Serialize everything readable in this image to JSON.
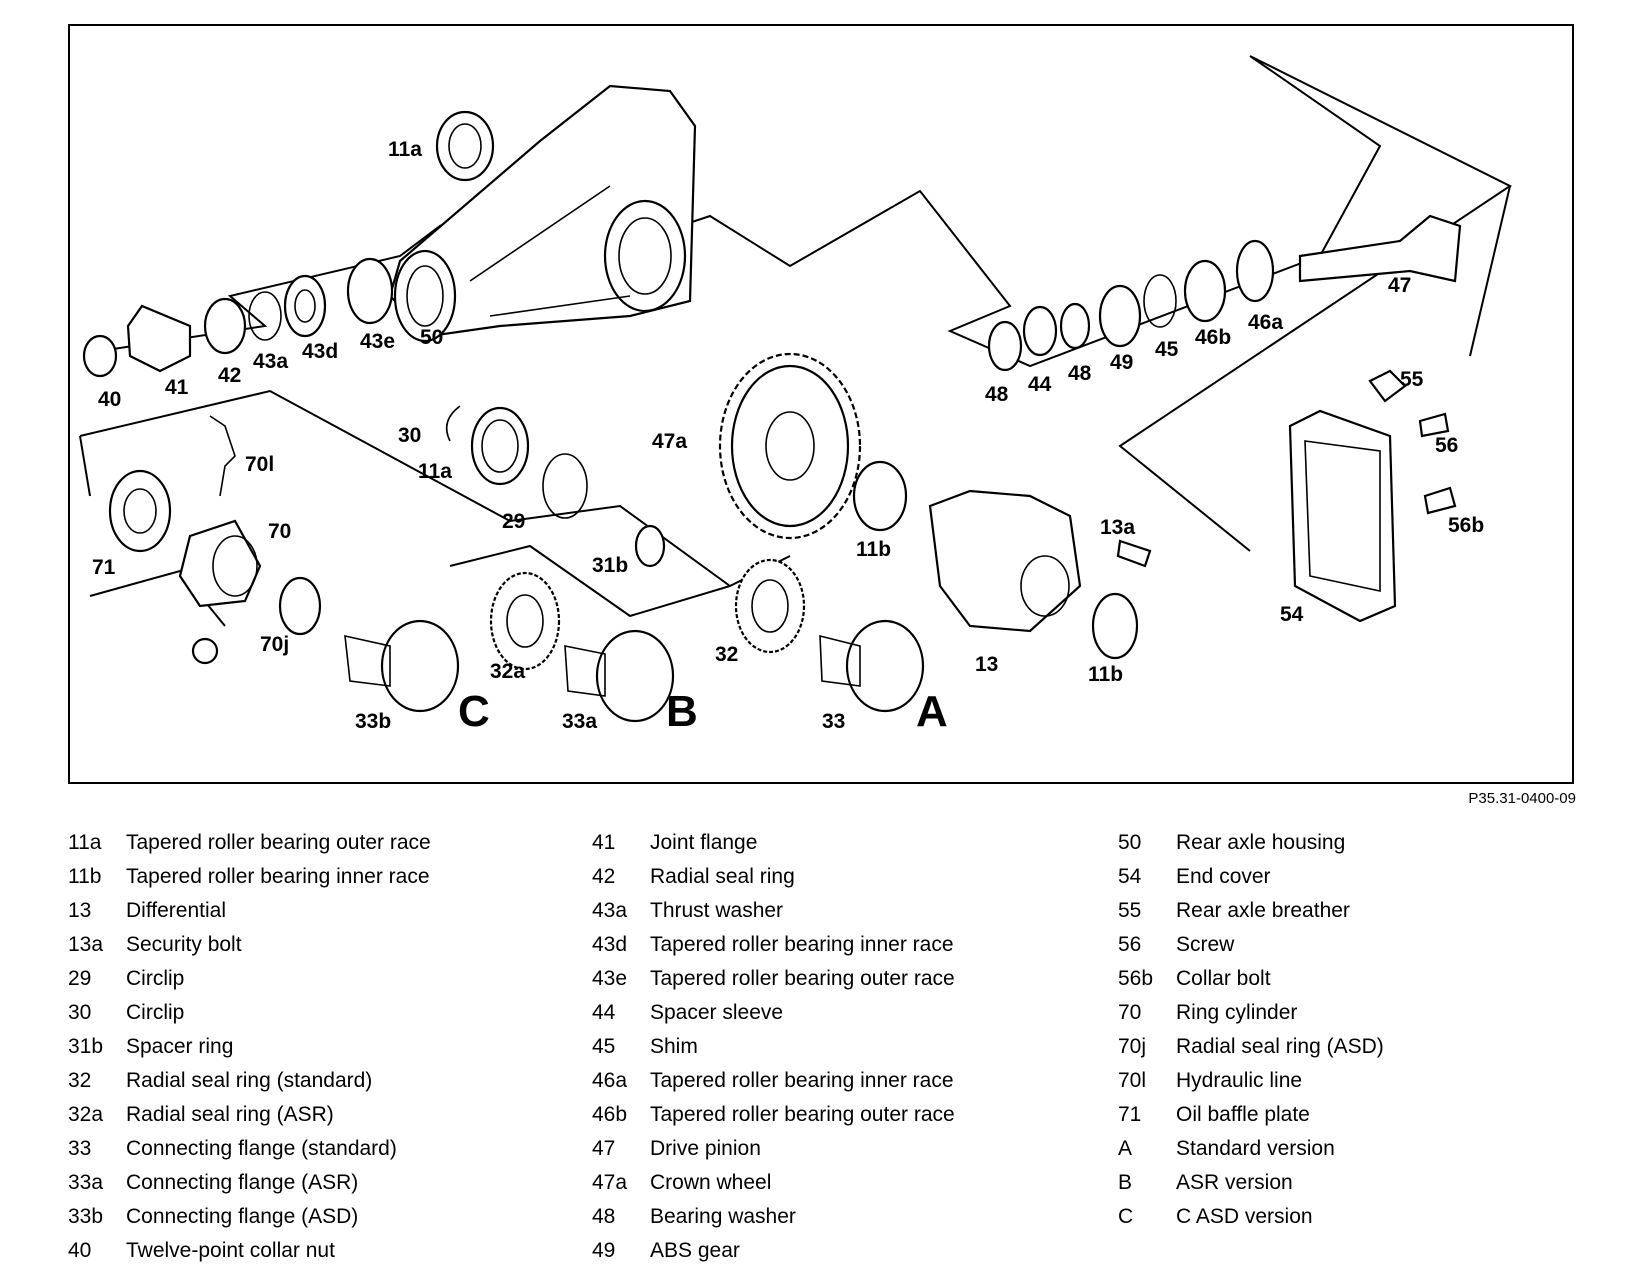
{
  "reference_code": "P35.31-0400-09",
  "callouts": {
    "c11a_top": "11a",
    "c11a_mid": "11a",
    "c11b_mid": "11b",
    "c11b_low": "11b",
    "c13": "13",
    "c13a": "13a",
    "c29": "29",
    "c30": "30",
    "c31b": "31b",
    "c32": "32",
    "c32a": "32a",
    "c33": "33",
    "c33a": "33a",
    "c33b": "33b",
    "c40": "40",
    "c41": "41",
    "c42": "42",
    "c43a": "43a",
    "c43d": "43d",
    "c43e": "43e",
    "c44": "44",
    "c45": "45",
    "c46a": "46a",
    "c46b": "46b",
    "c47": "47",
    "c47a": "47a",
    "c48a": "48",
    "c48b": "48",
    "c49": "49",
    "c50": "50",
    "c54": "54",
    "c55": "55",
    "c56": "56",
    "c56b": "56b",
    "c70": "70",
    "c70j": "70j",
    "c70l": "70l",
    "c71": "71"
  },
  "variants": {
    "a": "A",
    "b": "B",
    "c": "C"
  },
  "legend": {
    "col1": [
      {
        "id": "11a",
        "text": "Tapered roller bearing outer race"
      },
      {
        "id": "11b",
        "text": "Tapered roller bearing inner race"
      },
      {
        "id": "13",
        "text": "Differential"
      },
      {
        "id": "13a",
        "text": "Security bolt"
      },
      {
        "id": "29",
        "text": "Circlip"
      },
      {
        "id": "30",
        "text": "Circlip"
      },
      {
        "id": "31b",
        "text": "Spacer ring"
      },
      {
        "id": "32",
        "text": "Radial seal ring (standard)"
      },
      {
        "id": "32a",
        "text": "Radial seal ring (ASR)"
      },
      {
        "id": "33",
        "text": "Connecting flange (standard)"
      },
      {
        "id": "33a",
        "text": "Connecting flange (ASR)"
      },
      {
        "id": "33b",
        "text": "Connecting flange (ASD)"
      },
      {
        "id": "40",
        "text": "Twelve-point collar nut"
      }
    ],
    "col2": [
      {
        "id": "41",
        "text": "Joint flange"
      },
      {
        "id": "42",
        "text": "Radial seal ring"
      },
      {
        "id": "43a",
        "text": "Thrust washer"
      },
      {
        "id": "43d",
        "text": "Tapered roller bearing inner race"
      },
      {
        "id": "43e",
        "text": "Tapered roller bearing outer race"
      },
      {
        "id": "44",
        "text": "Spacer sleeve"
      },
      {
        "id": "45",
        "text": "Shim"
      },
      {
        "id": "46a",
        "text": "Tapered roller bearing inner race"
      },
      {
        "id": "46b",
        "text": "Tapered roller bearing outer race"
      },
      {
        "id": "47",
        "text": "Drive pinion"
      },
      {
        "id": "47a",
        "text": "Crown wheel"
      },
      {
        "id": "48",
        "text": "Bearing washer"
      },
      {
        "id": "49",
        "text": "ABS gear"
      }
    ],
    "col3": [
      {
        "id": "50",
        "text": "Rear axle housing"
      },
      {
        "id": "54",
        "text": "End cover"
      },
      {
        "id": "55",
        "text": "Rear axle breather"
      },
      {
        "id": "56",
        "text": "Screw"
      },
      {
        "id": "56b",
        "text": "Collar bolt"
      },
      {
        "id": "70",
        "text": "Ring cylinder"
      },
      {
        "id": "70j",
        "text": "Radial seal ring (ASD)"
      },
      {
        "id": "70l",
        "text": "Hydraulic line"
      },
      {
        "id": "71",
        "text": "Oil baffle plate"
      },
      {
        "id": "A",
        "text": "Standard version"
      },
      {
        "id": "B",
        "text": "ASR version"
      },
      {
        "id": "C",
        "text": "C ASD version"
      }
    ]
  }
}
